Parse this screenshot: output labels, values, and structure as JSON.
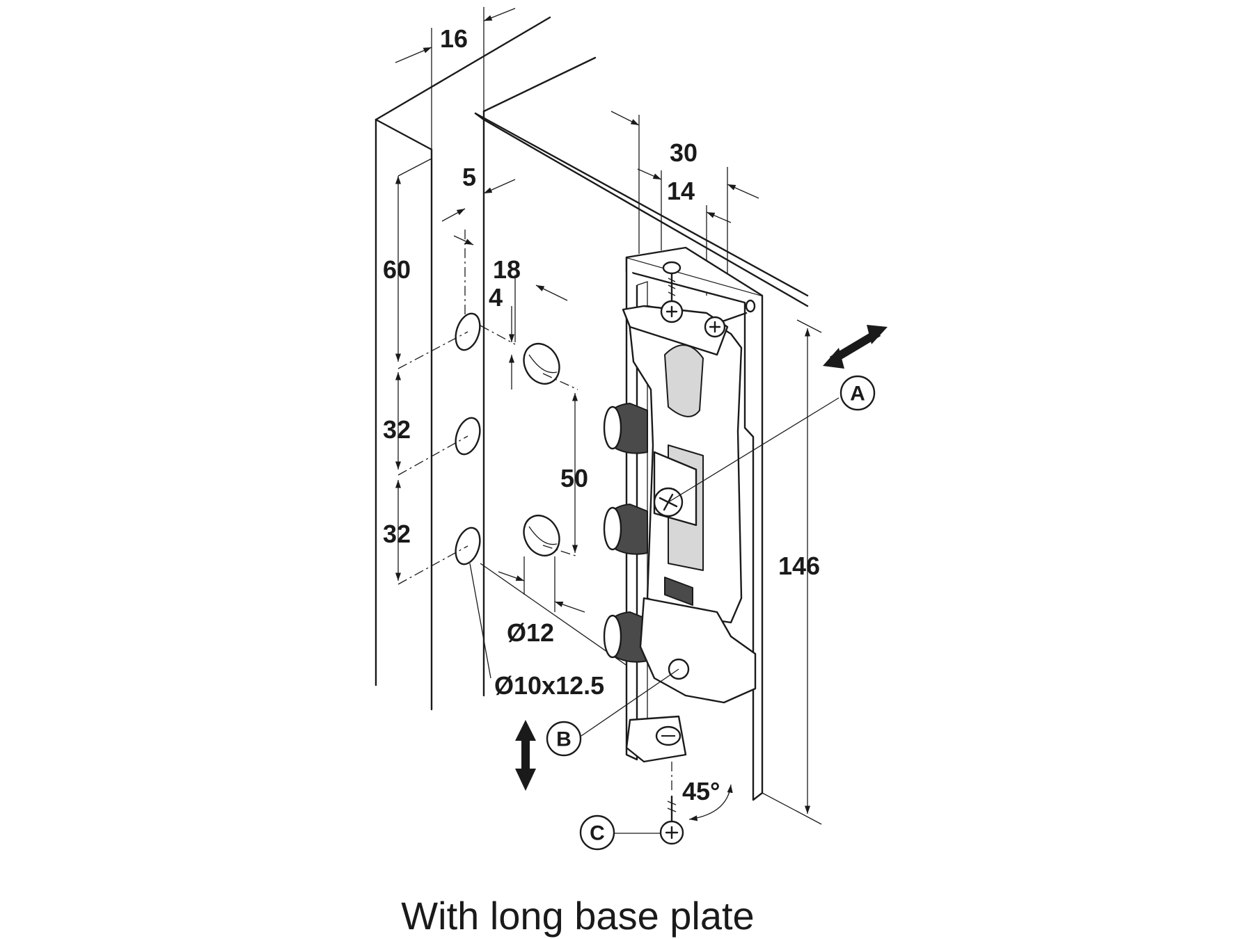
{
  "dimensions": {
    "d16": "16",
    "d5": "5",
    "d60": "60",
    "d18": "18",
    "d4": "4",
    "d32a": "32",
    "d32b": "32",
    "d50": "50",
    "d12": "Ø12",
    "d10x": "Ø10x12.5",
    "d30": "30",
    "d14": "14",
    "d146": "146",
    "d45": "45°"
  },
  "callouts": {
    "a": "A",
    "b": "B",
    "c": "C"
  },
  "caption": "With long base plate"
}
